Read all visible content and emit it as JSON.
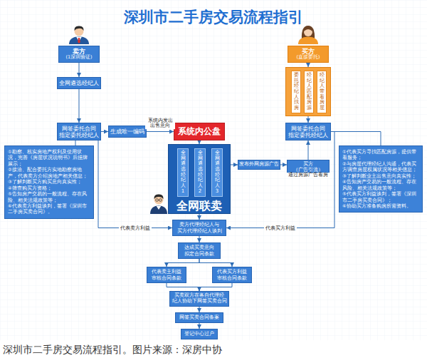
{
  "diagram": {
    "title": "深圳市二手房交易流程指引",
    "caption": "深圳市二手房交易流程指引。图片来源：深房中协",
    "nodes": [
      {
        "text": [
          "卖方",
          "(1深圳验证)"
        ]
      },
      {
        "text": [
          "买方",
          "(直接委托)"
        ]
      },
      {
        "text": []
      },
      {
        "text": [
          "委托经纪人找房"
        ],
        "in": 2
      },
      {
        "text": [
          "经纪人匹配房源"
        ],
        "in": 2
      },
      {
        "text": [
          "经纪人带看房屋"
        ],
        "in": 2
      },
      {
        "text": [
          "全网遴选经纪人"
        ]
      },
      {
        "text": [
          "网签委托合同 指定委托经纪人"
        ]
      },
      {
        "text": [
          "生成唯一编码"
        ]
      },
      {
        "text": [
          "系统内公盘"
        ]
      },
      {
        "text": [
          "网签委托合同 指定委托经纪人"
        ]
      },
      {
        "text": [
          "①勘察、核实房地产权利及使用状况，完善《房屋状况说明书》后挂牌展示；",
          "②接洽、配合委托方实地勘察房地产，代表卖方介绍房地产相关信息；",
          "③了解判断买方购买意向真实性；",
          "④筛查购买方资格；",
          "⑤告知房产交易的一般流程、存在风险、相关法规政策等；",
          "⑥代表卖方利益谈判，签署《深圳市二手房买卖合同》。"
        ]
      },
      {
        "text": [
          "全网联卖"
        ]
      },
      {
        "text": [
          "全网遴选经纪人1"
        ],
        "in": 12
      },
      {
        "text": [
          "全网遴选经纪人2"
        ],
        "in": 12
      },
      {
        "text": [
          "全网遴选经纪人3"
        ],
        "in": 12
      },
      {
        "text": [
          "发布外网房源广告"
        ]
      },
      {
        "text": [
          "买方（广告引流）"
        ]
      },
      {
        "text": [
          "①代表买方寻找匹配房源，提供带看服务；",
          "②与房屋代理经纪人沟通，代表买方调查房屋权属状况等相关信息；",
          "③了解判断业主出售意向真实性；",
          "④告知房产交易的一般流程、存在风险、相关法规政策等；",
          "⑤代表买方利益谈判，签署《深圳市二手房买卖合同》；",
          "⑥协助买方准备购房所需资料。"
        ]
      },
      {
        "text": [
          "卖方代理经纪人与 买方代理经纪人谈判"
        ]
      },
      {
        "text": [
          "达成买卖意向 拟定合同条款"
        ]
      },
      {
        "text": [
          "代表卖主利益 审核合同条款"
        ]
      },
      {
        "text": [
          "代表买方利益 审核合同条款"
        ]
      },
      {
        "text": [
          "买卖双方在各自代理经 纪人协助下网签买卖合同"
        ]
      },
      {
        "text": [
          "网签买卖合同备案"
        ]
      },
      {
        "text": [
          "登记中心过户"
        ]
      }
    ],
    "edges": [
      {
        "from": 0,
        "to": 6,
        "arrow": "to"
      },
      {
        "from": 6,
        "to": 7,
        "arrow": "to"
      },
      {
        "from": 7,
        "to": 8,
        "arrow": "to"
      },
      {
        "from": 8,
        "to": 9,
        "label": "系统内发出 出售意向",
        "arrow": "to"
      },
      {
        "from": 1,
        "to": 2,
        "arrow": "to"
      },
      {
        "from": 2,
        "to": 10,
        "arrow": "to"
      },
      {
        "from": 7,
        "to": 11,
        "arrow": "none"
      },
      {
        "from": 10,
        "to": 18,
        "arrow": "none"
      },
      {
        "from": 9,
        "to": 12,
        "arrow": "to"
      },
      {
        "from": 12,
        "to": 16,
        "arrow": "to"
      },
      {
        "from": 16,
        "to": 17,
        "arrow": "to"
      },
      {
        "from": 17,
        "to": 10,
        "arrow": "to"
      },
      {
        "from": 7,
        "to": 19,
        "label": "代表卖方利益",
        "arrow": "to"
      },
      {
        "from": 10,
        "to": 19,
        "label": "代表买方利益",
        "arrow": "to"
      },
      {
        "from": 12,
        "to": 19,
        "arrow": "to"
      },
      {
        "from": 19,
        "to": 20,
        "arrow": "to"
      },
      {
        "from": 20,
        "to": 21,
        "arrow": "to"
      },
      {
        "from": 20,
        "to": 22,
        "arrow": "to"
      },
      {
        "from": 21,
        "to": 23,
        "arrow": "to"
      },
      {
        "from": 22,
        "to": 23,
        "arrow": "to"
      },
      {
        "from": 23,
        "to": 24,
        "arrow": "to"
      },
      {
        "from": 24,
        "to": 25,
        "arrow": "to"
      }
    ],
    "labels": [
      "通过房源广告看房"
    ]
  }
}
